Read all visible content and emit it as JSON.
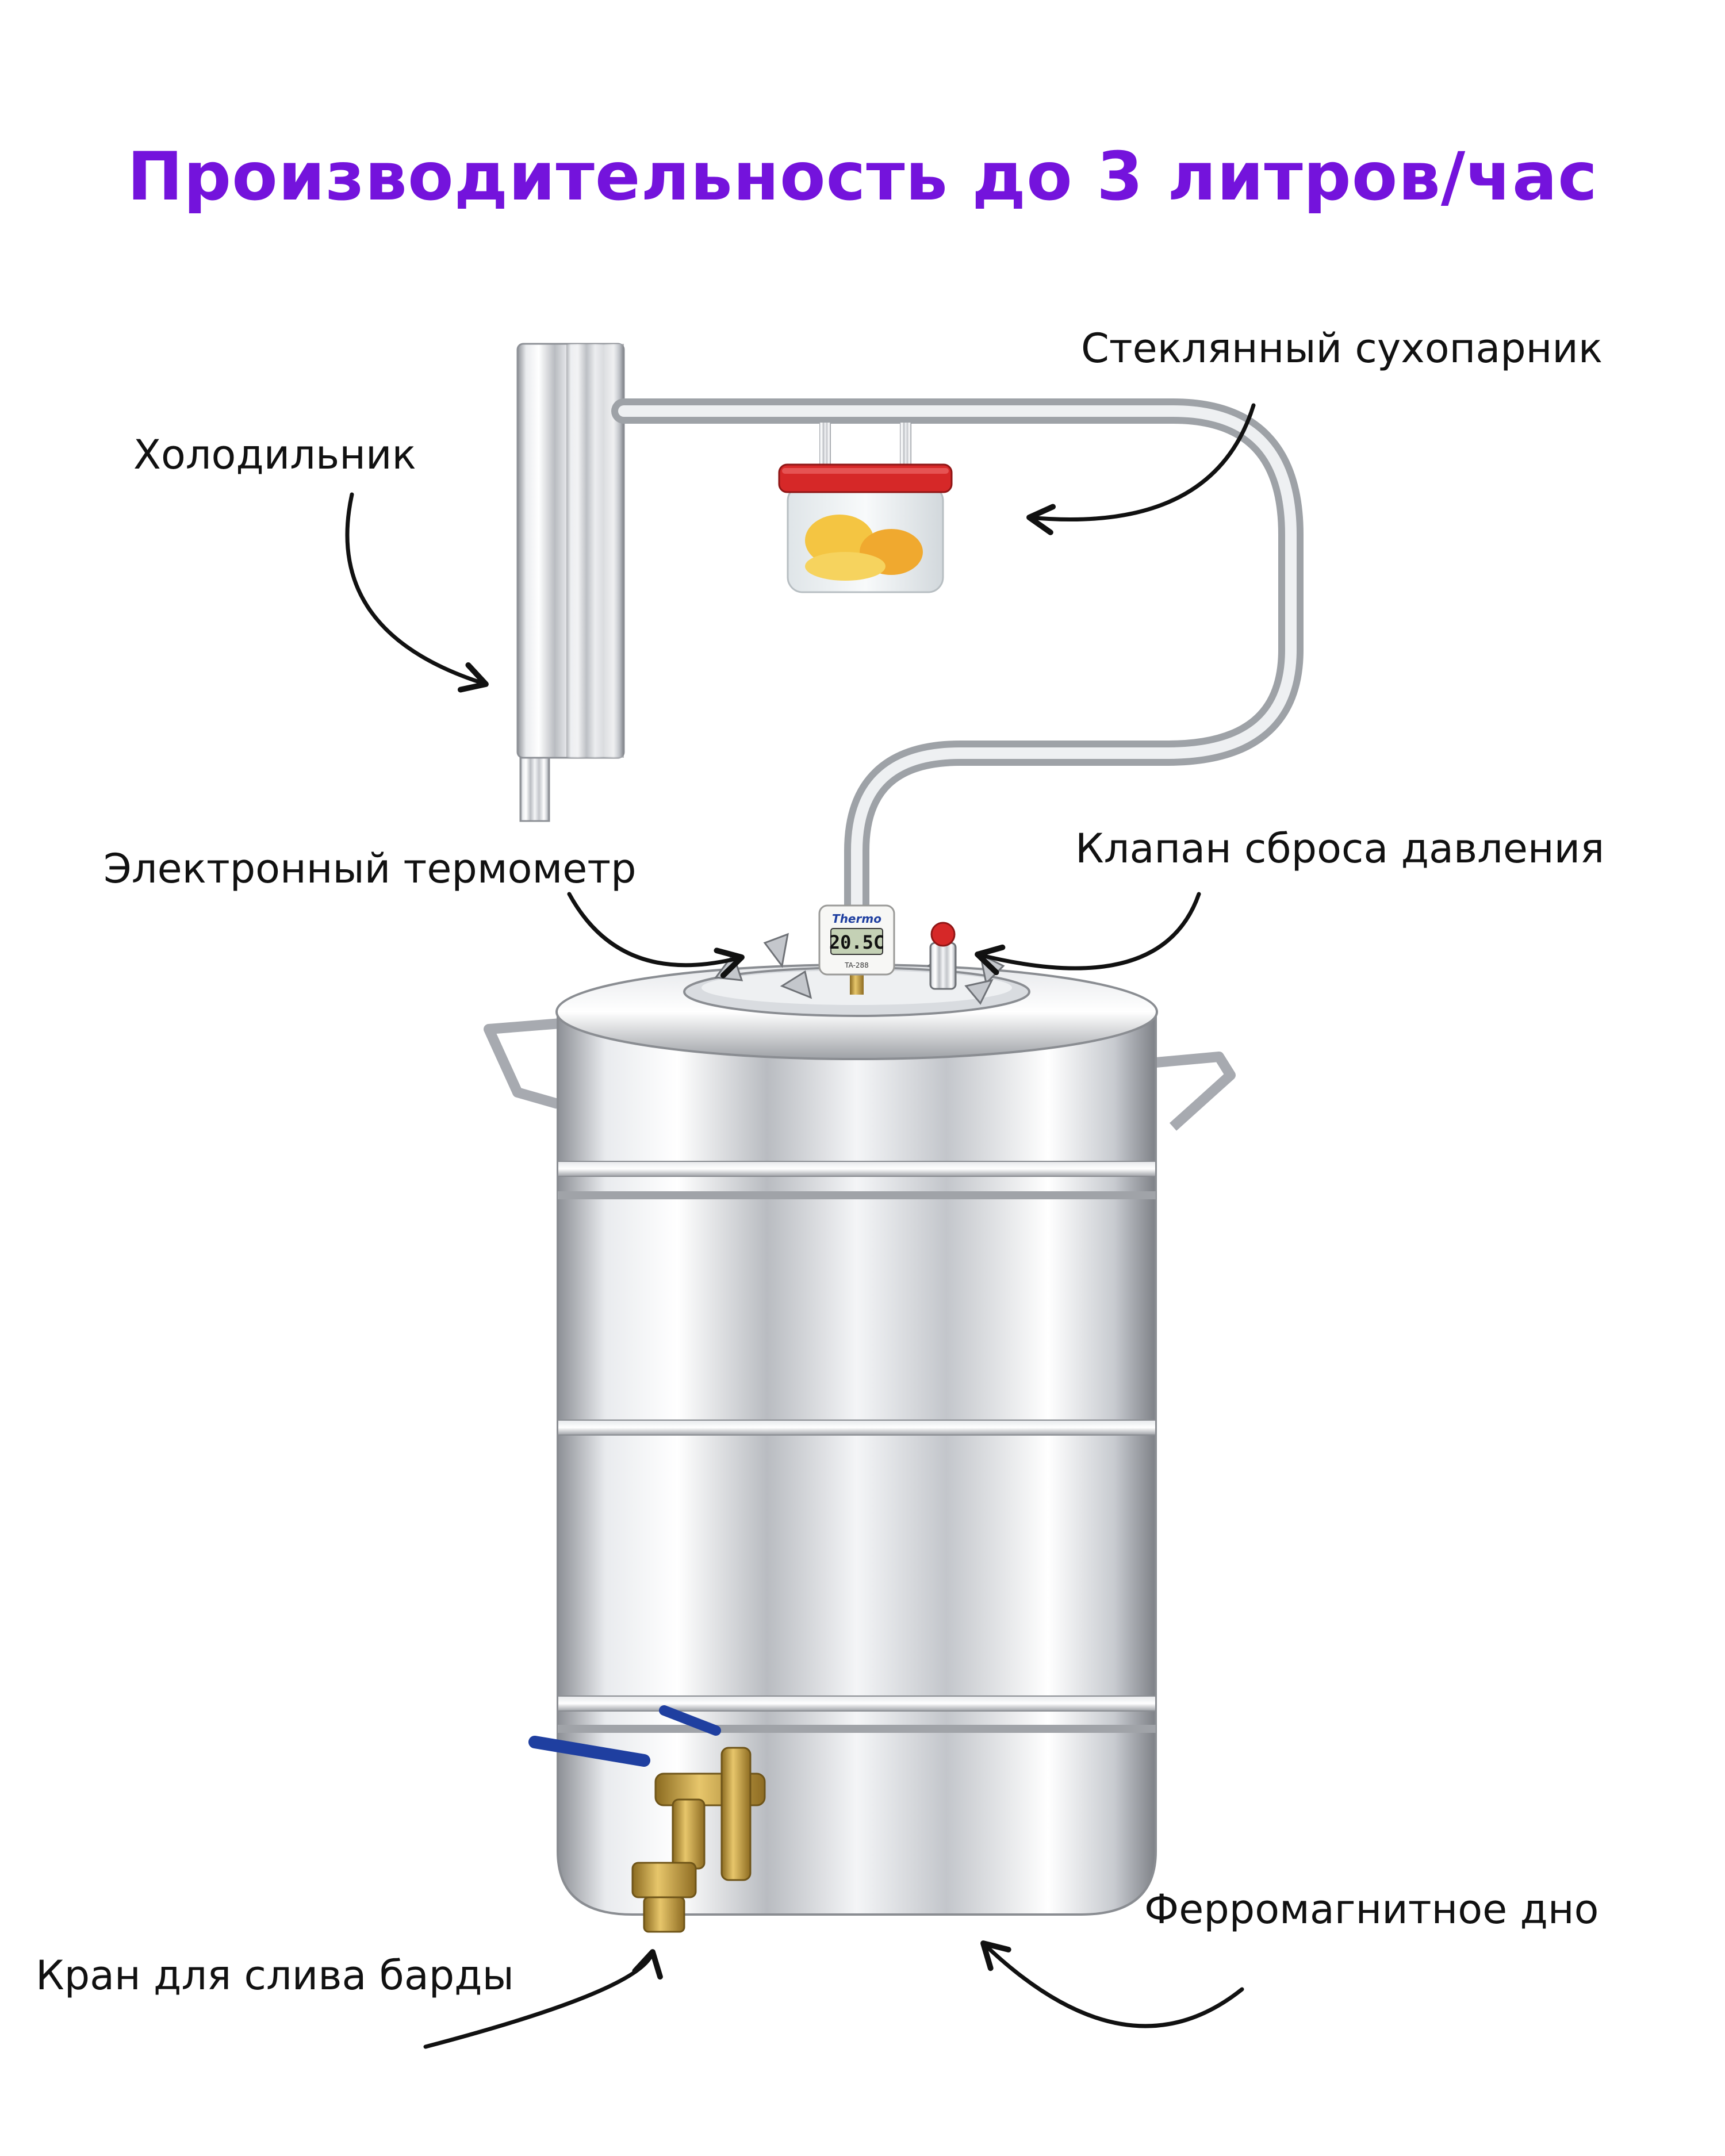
{
  "headline": "Производительность до 3 литров/час",
  "labels": {
    "condenser": "Холодильник",
    "dry_steamer": "Стеклянный сухопарник",
    "thermometer": "Электронный термометр",
    "relief_valve": "Клапан сброса давления",
    "drain_tap": "Кран для слива барды",
    "ferromagnetic_bottom": "Ферромагнитное дно"
  },
  "thermometer_display": {
    "brand": "Thermo",
    "reading": "20.5C",
    "model": "TA-288"
  },
  "colors": {
    "headline": "#7413dc",
    "label_text": "#111111",
    "arrow": "#111111",
    "jar_lid": "#d62828",
    "tap_handle": "#1f3fa0",
    "brass": "#c9a040"
  }
}
